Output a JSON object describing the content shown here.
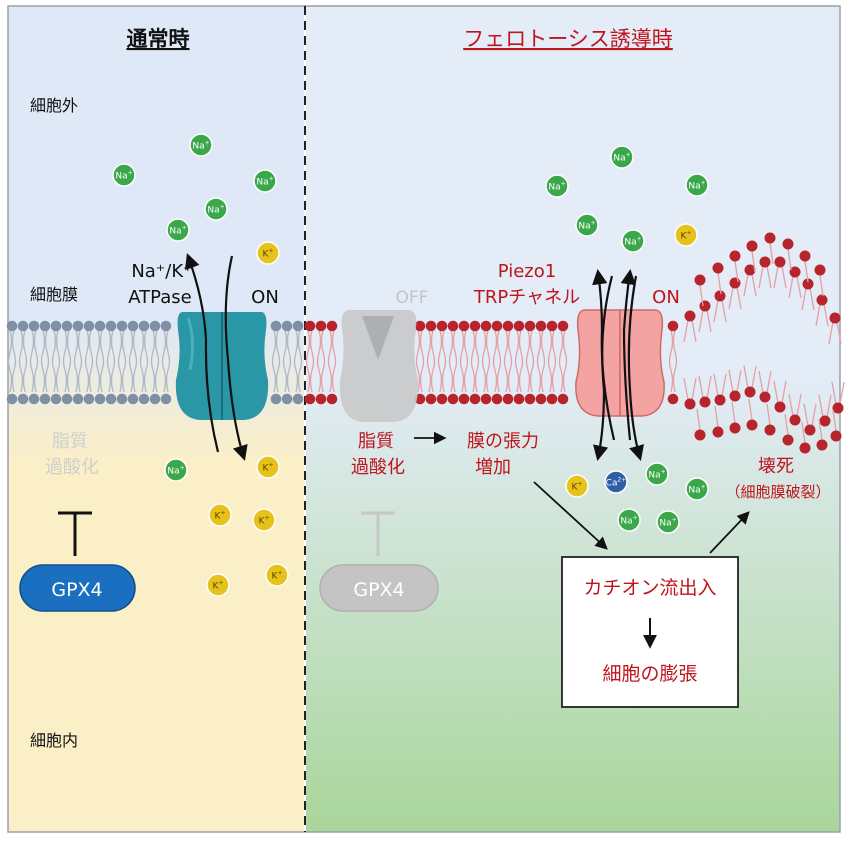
{
  "colors": {
    "normal_bg_top": "#dfe8f6",
    "normal_bg_bottom": "#fbefc8",
    "ferro_bg_top": "#e3ecf7",
    "ferro_bg_bottom": "#a9d69a",
    "membrane_normal": "#7f8fa6",
    "membrane_ferro": "#b8242b",
    "atpase": "#2a97a6",
    "piezo": "#f4a3a3",
    "gpx4_active": "#1a6fc1",
    "gpx4_inactive": "#bdbdbd",
    "na_ion": "#3aa84a",
    "k_ion": "#e7c21a",
    "ca_ion": "#2f5ea8",
    "red_text": "#c0141c"
  },
  "left_panel": {
    "title": "通常時",
    "extracellular": "細胞外",
    "membrane": "細胞膜",
    "intracellular": "細胞内",
    "pump_label_line1": "Na⁺/K⁺",
    "pump_label_line2": "ATPase",
    "pump_state": "ON",
    "lipid_line1": "脂質",
    "lipid_line2": "過酸化",
    "gpx4": "GPX4"
  },
  "right_panel": {
    "title": "フェロトーシス誘導時",
    "pump_state": "OFF",
    "channel_line1": "Piezo1",
    "channel_line2": "TRPチャネル",
    "channel_state": "ON",
    "lipid_line1": "脂質",
    "lipid_line2": "過酸化",
    "tension_line1": "膜の張力",
    "tension_line2": "増加",
    "rupture_line1": "壊死",
    "rupture_line2": "（細胞膜破裂）",
    "gpx4": "GPX4",
    "box_line1": "カチオン流出入",
    "box_line2": "細胞の膨張"
  },
  "ions": {
    "na": "Na",
    "na_sup": "+",
    "k": "K",
    "k_sup": "+",
    "ca": "Ca",
    "ca_sup": "2+"
  }
}
